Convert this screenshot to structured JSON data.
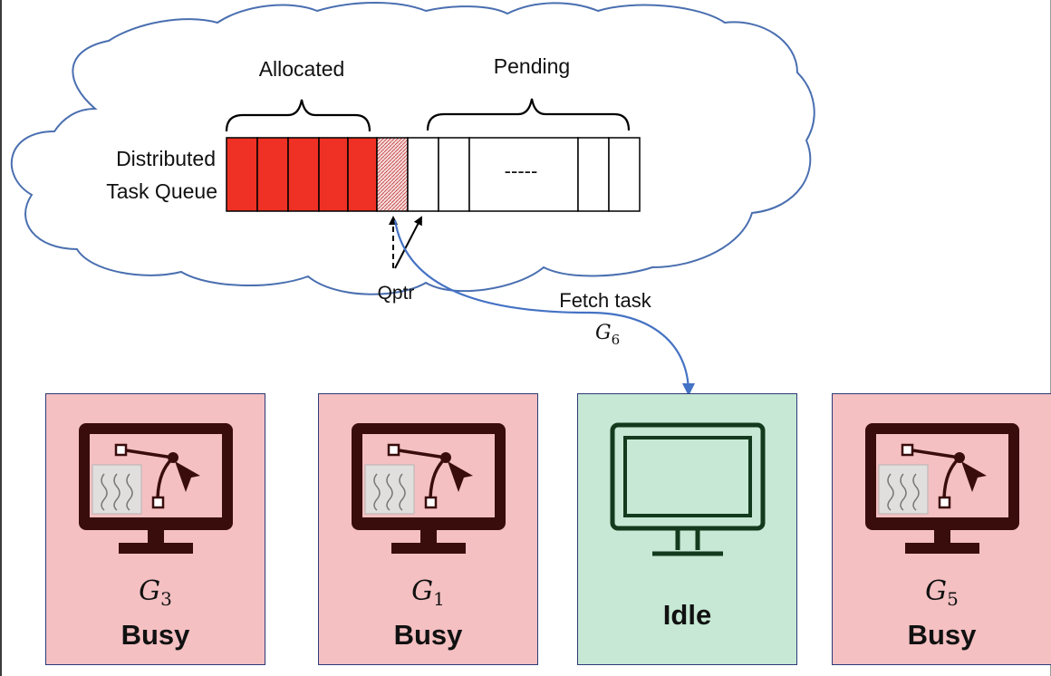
{
  "queue": {
    "title_line1": "Distributed",
    "title_line2": "Task Queue",
    "allocated_label": "Allocated",
    "pending_label": "Pending",
    "ellipsis": "-----",
    "pointer_label": "Qptr",
    "allocated_color": "#ee3124",
    "allocated_slots": 5,
    "pending_slots": 7
  },
  "fetch": {
    "label": "Fetch task",
    "gpu_symbol": "G",
    "gpu_index": "6",
    "arrow_color": "#4472c4"
  },
  "nodes": [
    {
      "symbol": "G",
      "index": "3",
      "status": "Busy",
      "state": "busy",
      "icon": "graphics-design-monitor-icon"
    },
    {
      "symbol": "G",
      "index": "1",
      "status": "Busy",
      "state": "busy",
      "icon": "graphics-design-monitor-icon"
    },
    {
      "symbol": "",
      "index": "",
      "status": "Idle",
      "state": "idle",
      "icon": "monitor-icon"
    },
    {
      "symbol": "G",
      "index": "5",
      "status": "Busy",
      "state": "busy",
      "icon": "graphics-design-monitor-icon"
    }
  ],
  "colors": {
    "busy_fill": "#f4c0c2",
    "idle_fill": "#c6e8d4",
    "node_border": "#2c3a78",
    "cloud_stroke": "#4a6fb0",
    "monitor_busy": "#3a0d0d",
    "monitor_idle": "#133a1d"
  }
}
